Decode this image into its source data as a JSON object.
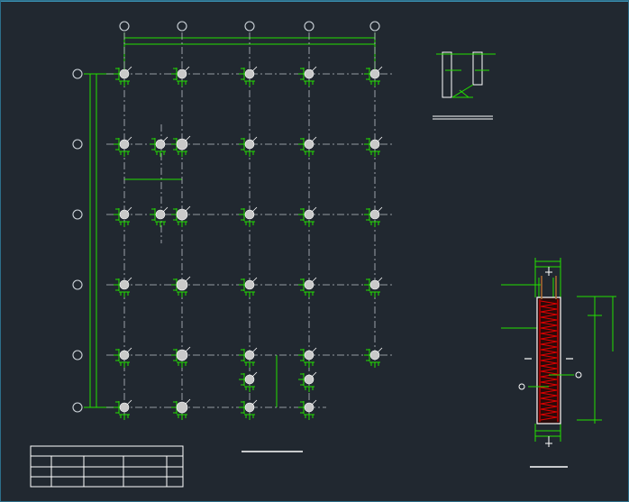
{
  "drawing": {
    "background": "#212830",
    "colors": {
      "axis": "#cfd6dc",
      "grid_line": "#b9c0c6",
      "pile": "#c9c9c9",
      "rebar": "#22e000",
      "section_fill": "#e00000",
      "section_outline": "#ffffff",
      "frame": "#3a8fb0"
    },
    "axis_bubble_labels_top": [
      "",
      "",
      "",
      "",
      ""
    ],
    "axis_bubble_labels_left": [
      "",
      "",
      "",
      "",
      "",
      ""
    ],
    "title_block": {
      "rows": 4,
      "visible_text": []
    }
  },
  "plan_grid": {
    "columns": 5,
    "rows": 6,
    "pile_caps": [
      {
        "row": 0,
        "col": 0,
        "piles": 1
      },
      {
        "row": 0,
        "col": 1,
        "piles": 1
      },
      {
        "row": 0,
        "col": 2,
        "piles": 1
      },
      {
        "row": 0,
        "col": 3,
        "piles": 1
      },
      {
        "row": 0,
        "col": 4,
        "piles": 1
      },
      {
        "row": 1,
        "col": 0,
        "piles": 1
      },
      {
        "row": 1,
        "col": 1,
        "piles": 2
      },
      {
        "row": 1,
        "col": 2,
        "piles": 1
      },
      {
        "row": 1,
        "col": 3,
        "piles": 1
      },
      {
        "row": 1,
        "col": 4,
        "piles": 1
      },
      {
        "row": 2,
        "col": 0,
        "piles": 1
      },
      {
        "row": 2,
        "col": 1,
        "piles": 2
      },
      {
        "row": 2,
        "col": 2,
        "piles": 1
      },
      {
        "row": 2,
        "col": 3,
        "piles": 1
      },
      {
        "row": 2,
        "col": 4,
        "piles": 1
      },
      {
        "row": 3,
        "col": 0,
        "piles": 1
      },
      {
        "row": 3,
        "col": 1,
        "piles": 1
      },
      {
        "row": 3,
        "col": 2,
        "piles": 1
      },
      {
        "row": 3,
        "col": 3,
        "piles": 1
      },
      {
        "row": 3,
        "col": 4,
        "piles": 1
      },
      {
        "row": 4,
        "col": 0,
        "piles": 1
      },
      {
        "row": 4,
        "col": 1,
        "piles": 1
      },
      {
        "row": 4,
        "col": 2,
        "piles": 1
      },
      {
        "row": 4,
        "col": 3,
        "piles": 1
      },
      {
        "row": 4,
        "col": 4,
        "piles": 1
      },
      {
        "row": 5,
        "col": 0,
        "piles": 1
      },
      {
        "row": 5,
        "col": 1,
        "piles": 1
      },
      {
        "row": 5,
        "col": 2,
        "piles": 1
      },
      {
        "row": 5,
        "col": 3,
        "piles": 1
      }
    ]
  }
}
